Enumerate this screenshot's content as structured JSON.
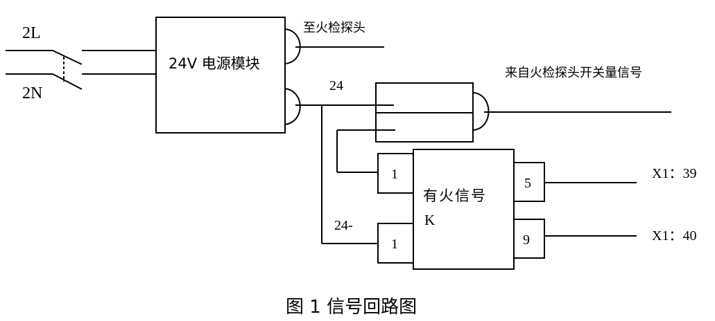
{
  "labels": {
    "input_l": "2L",
    "input_n": "2N",
    "power_module": "24V 电源模块",
    "to_detector": "至火检探头",
    "from_detector": "来自火检探头开关量信号",
    "v24_plus": "24",
    "v24_minus": "24-",
    "relay_name": "有火信号",
    "relay_k": "K",
    "pin1_top": "1",
    "pin1_bottom": "1",
    "pin5": "5",
    "pin9": "9",
    "out_39": "X1：39",
    "out_40": "X1：40"
  },
  "caption": "图 1 信号回路图"
}
